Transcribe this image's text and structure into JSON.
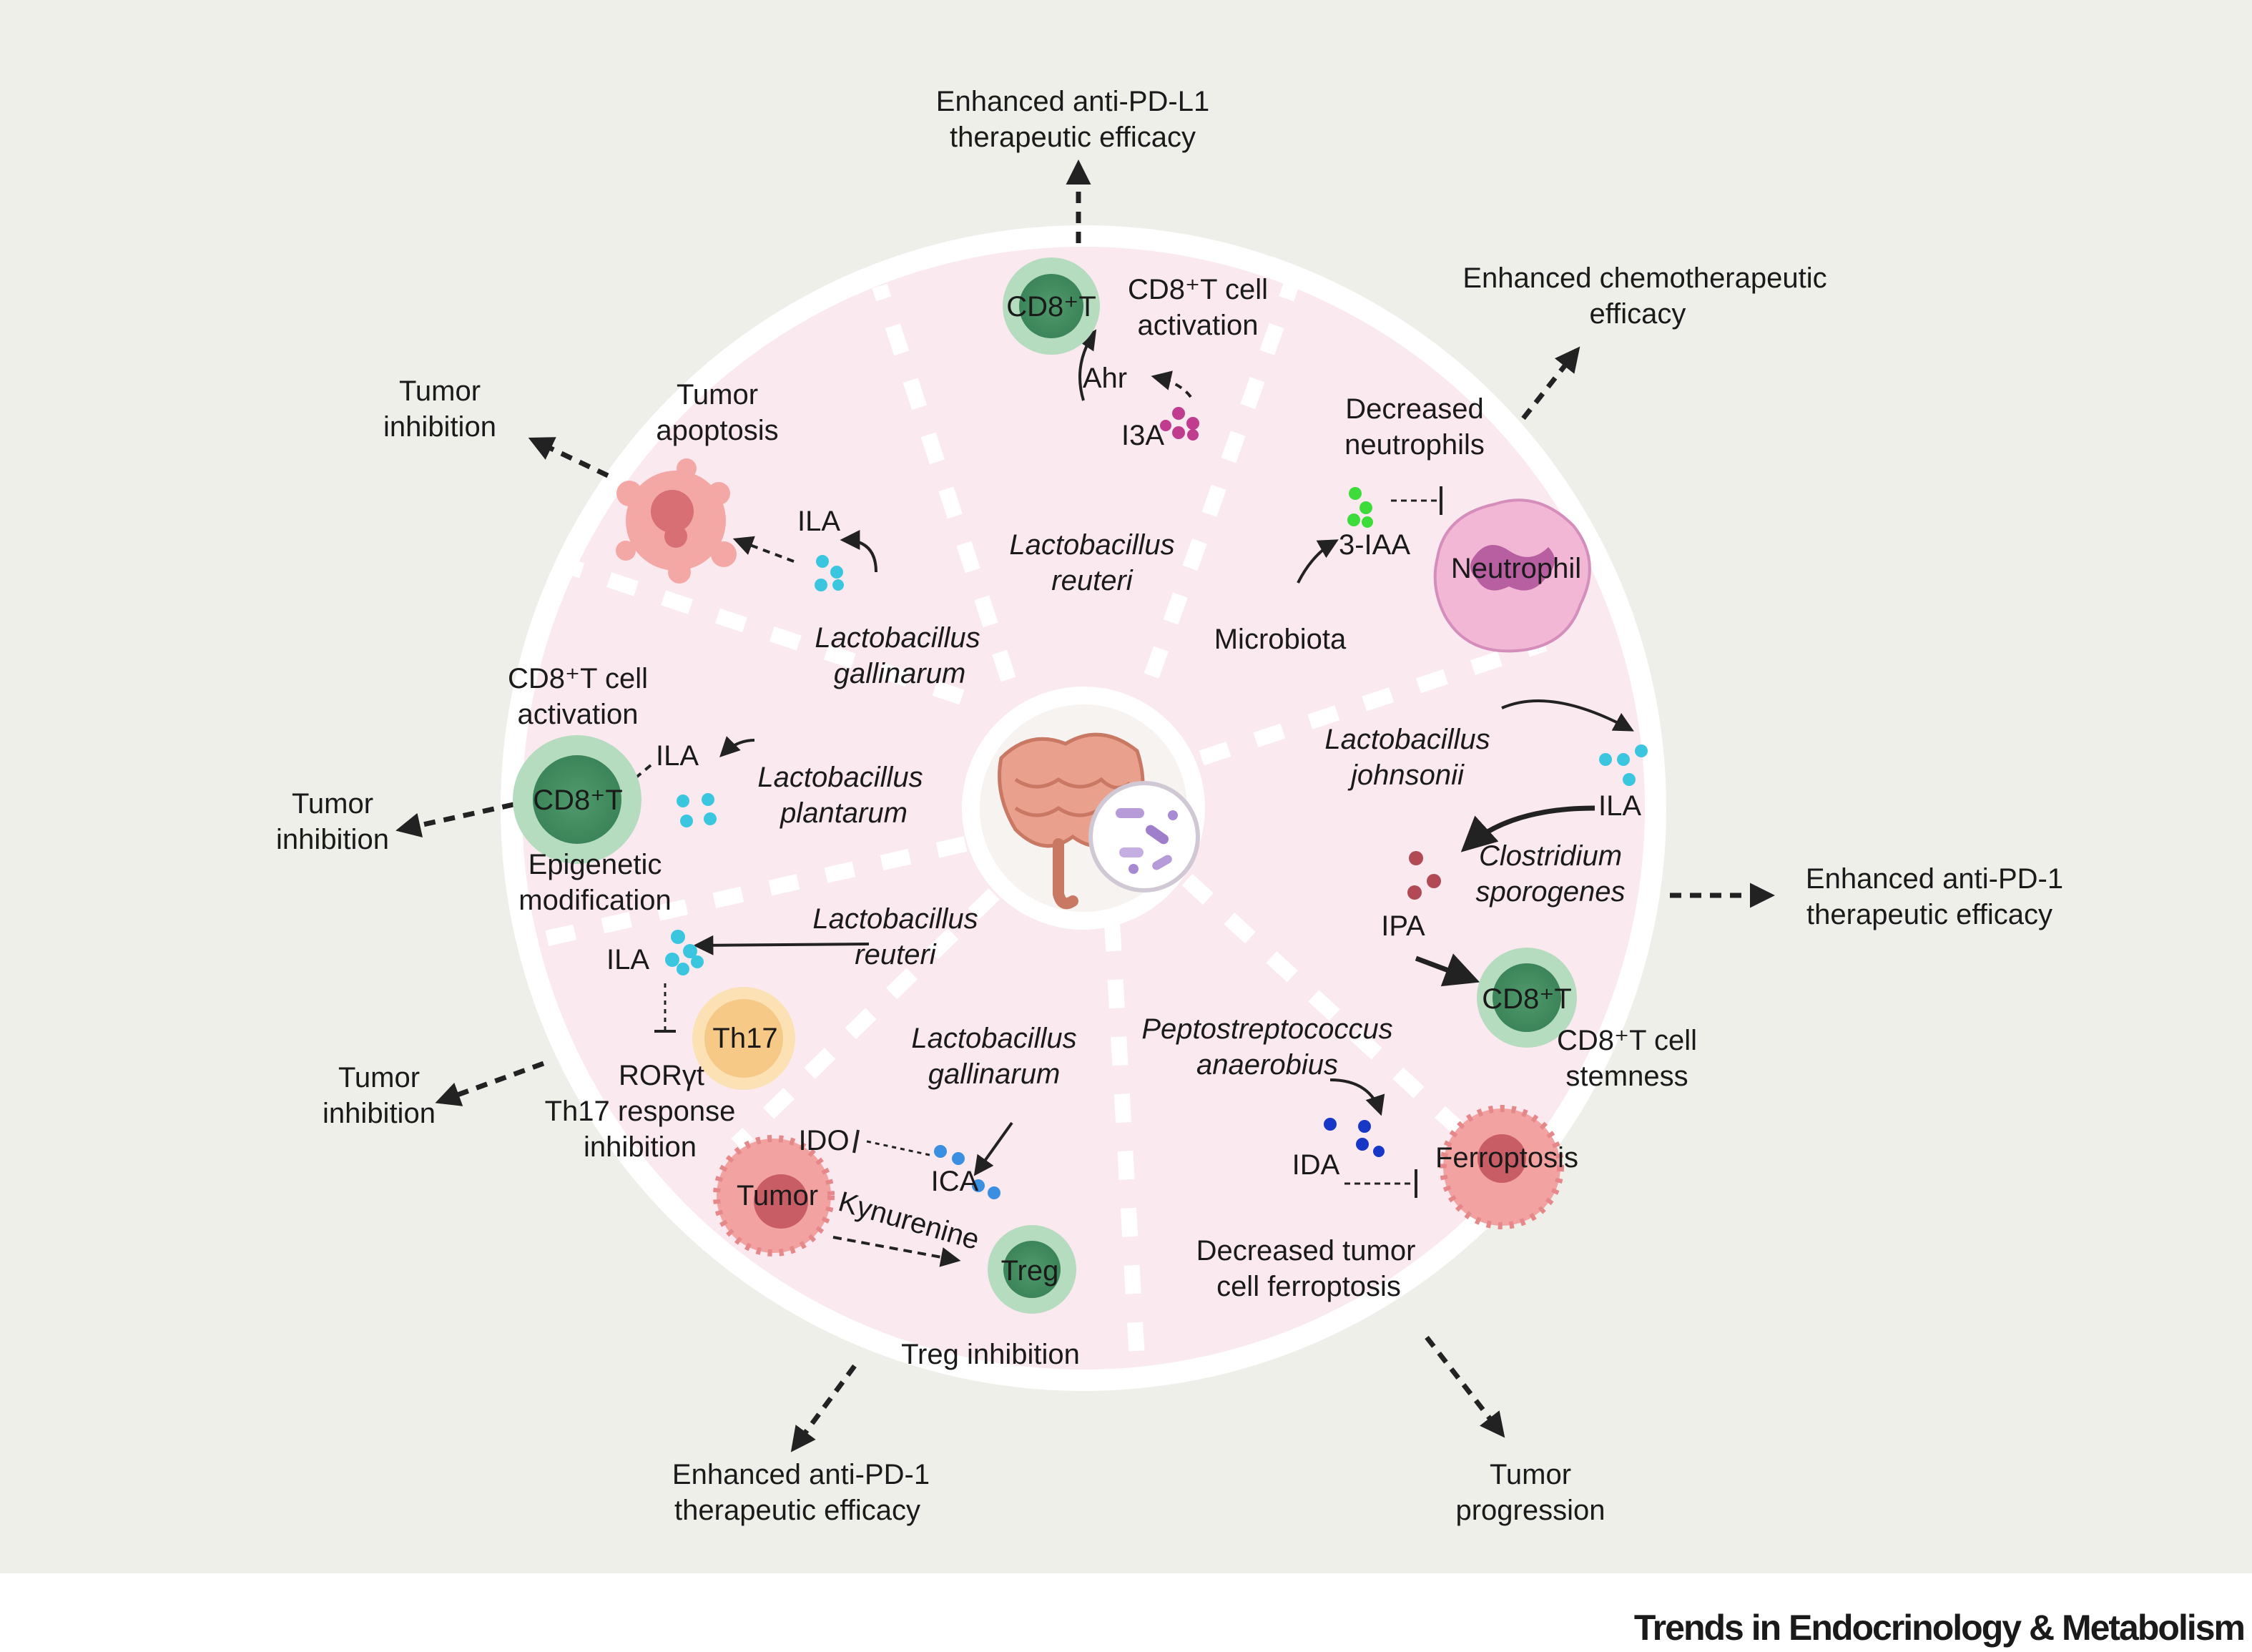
{
  "footer": "Trends in Endocrinology & Metabolism",
  "sections": {
    "top": {
      "outcome": [
        "Enhanced anti-PD-L1",
        "therapeutic efficacy"
      ],
      "cell": "CD8⁺T",
      "effect": [
        "CD8⁺T cell",
        "activation"
      ],
      "receptor": "Ahr",
      "metabolite": "I3A",
      "bacterium": [
        "Lactobacillus",
        "reuteri"
      ]
    },
    "top_right": {
      "outcome": [
        "Enhanced chemotherapeutic",
        "efficacy"
      ],
      "effect": [
        "Decreased",
        "neutrophils"
      ],
      "metabolite": "3-IAA",
      "cell": "Neutrophil",
      "source": "Microbiota"
    },
    "right": {
      "bacterium1": [
        "Lactobacillus",
        "johnsonii"
      ],
      "metabolite1": "ILA",
      "bacterium2": [
        "Clostridium",
        "sporogenes"
      ],
      "metabolite2": "IPA",
      "cell": "CD8⁺T",
      "effect": [
        "CD8⁺T cell",
        "stemness"
      ],
      "outcome": [
        "Enhanced anti-PD-1",
        "therapeutic efficacy"
      ]
    },
    "bottom_right": {
      "bacterium": [
        "Peptostreptococcus",
        "anaerobius"
      ],
      "metabolite": "IDA",
      "process": "Ferroptosis",
      "effect": [
        "Decreased tumor",
        "cell ferroptosis"
      ],
      "outcome": [
        "Tumor",
        "progression"
      ]
    },
    "bottom": {
      "bacterium": [
        "Lactobacillus",
        "gallinarum"
      ],
      "enzyme": "IDO",
      "metabolite": "ICA",
      "tumor": "Tumor",
      "kynurenine": "Kynurenine",
      "cell": "Treg",
      "effect": "Treg inhibition",
      "outcome": [
        "Enhanced anti-PD-1",
        "therapeutic efficacy"
      ]
    },
    "bottom_left": {
      "bacterium": [
        "Lactobacillus",
        "reuteri"
      ],
      "metabolite": "ILA",
      "cell": "Th17",
      "factor": "RORγt",
      "effect": [
        "Th17 response",
        "inhibition"
      ],
      "outcome": [
        "Tumor",
        "inhibition"
      ]
    },
    "left": {
      "effect_top": [
        "CD8⁺T cell",
        "activation"
      ],
      "cell": "CD8⁺T",
      "metabolite": "ILA",
      "bacterium": [
        "Lactobacillus",
        "plantarum"
      ],
      "effect_bottom": [
        "Epigenetic",
        "modification"
      ],
      "outcome": [
        "Tumor",
        "inhibition"
      ]
    },
    "top_left": {
      "outcome": [
        "Tumor",
        "inhibition"
      ],
      "effect": [
        "Tumor",
        "apoptosis"
      ],
      "metabolite": "ILA",
      "bacterium": [
        "Lactobacillus",
        "gallinarum"
      ]
    }
  }
}
